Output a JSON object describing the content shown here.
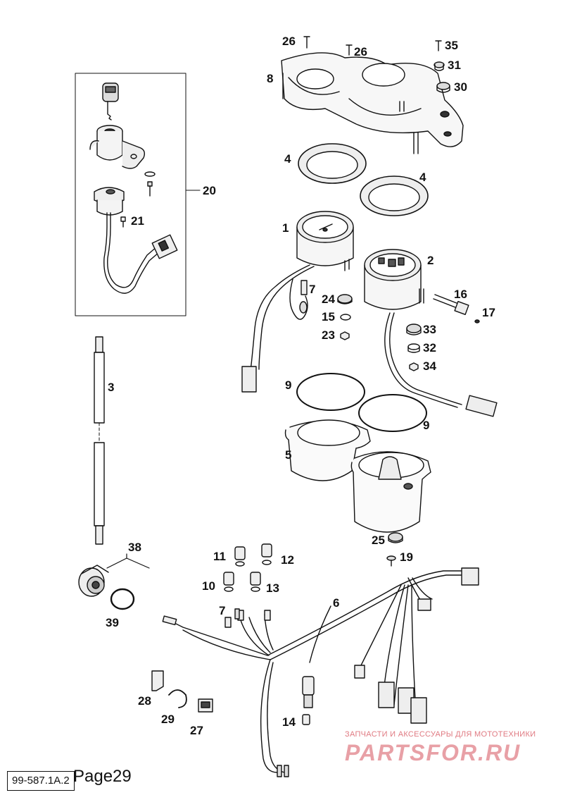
{
  "diagram": {
    "doc_id": "99-587.1A.2",
    "page_label": "Page29",
    "callouts": {
      "c26a": "26",
      "c26b": "26",
      "c35": "35",
      "c31": "31",
      "c30": "30",
      "c8": "8",
      "c4a": "4",
      "c4b": "4",
      "c20": "20",
      "c21": "21",
      "c1": "1",
      "c2": "2",
      "c7a": "7",
      "c24": "24",
      "c15": "15",
      "c23": "23",
      "c16": "16",
      "c17": "17",
      "c33": "33",
      "c32": "32",
      "c34": "34",
      "c3": "3",
      "c9a": "9",
      "c9b": "9",
      "c5": "5",
      "c25": "25",
      "c19": "19",
      "c38": "38",
      "c39": "39",
      "c11": "11",
      "c12": "12",
      "c10": "10",
      "c13": "13",
      "c6": "6",
      "c7b": "7",
      "c28": "28",
      "c29": "29",
      "c27": "27",
      "c14": "14"
    }
  },
  "watermark": {
    "caption": "ЗАПЧАСТИ И АКСЕССУАРЫ ДЛЯ МОТОТЕХНИКИ",
    "logo": "PARTSFOR.RU",
    "color": "#e07a82"
  }
}
